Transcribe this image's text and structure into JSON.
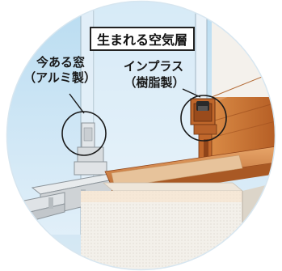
{
  "diagram": {
    "title": "生まれる空気層",
    "old_window": {
      "label": "今ある窓",
      "sub": "（アルミ製）"
    },
    "inplus": {
      "label": "インプラス",
      "sub": "（樹脂製）"
    }
  },
  "colors": {
    "sky": "#c7e3f4",
    "glass": "#dcecf7",
    "aluminum": "#cfd3d6",
    "wood": "#c36a2d",
    "wood_dark": "#8f4419",
    "wall": "#f2efe9",
    "sill": "#e6c9a4",
    "outline": "#222222"
  }
}
